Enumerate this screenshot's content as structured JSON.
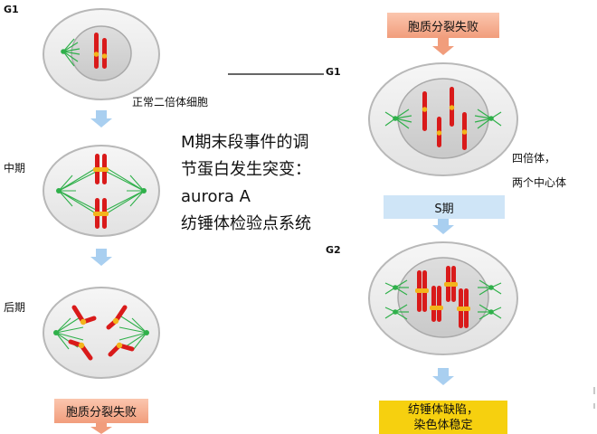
{
  "labels": {
    "g1_top": "G1",
    "g1_line": "G1",
    "g2": "G2",
    "normal_diploid": "正常二倍体细胞",
    "metaphase": "中期",
    "anaphase": "后期",
    "tetraploid": "四倍体，",
    "two_centrosomes": "两个中心体"
  },
  "note": {
    "line1": "M期末段事件的调",
    "line2": "节蛋白发生突变：",
    "line3": "aurora A",
    "line4": "纺锤体检验点系统"
  },
  "boxes": {
    "fail_left": "胞质分裂失败",
    "fail_right": "胞质分裂失败",
    "s_phase": "S期",
    "result_line1": "纺锤体缺陷，",
    "result_line2": "染色体稳定"
  },
  "colors": {
    "cell_outer": "#ebebeb",
    "cell_edge": "#bdbdbd",
    "nucleus": "#d4d4d4",
    "chromosome": "#d91a1a",
    "centromere": "#f3b41b",
    "spindle": "#2fb04a",
    "arrow": "#a9cff0",
    "fail_box": "#f4a88a",
    "s_box": "#cfe5f7",
    "result_box": "#f6d00f"
  }
}
